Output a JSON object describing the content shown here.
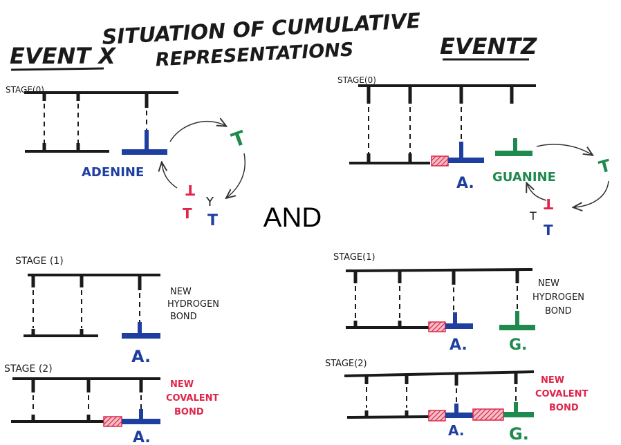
{
  "title_line1": "SITUATION OF CUMULATIVE",
  "title_line2": "REPRESENTATIONS",
  "event_x": "EVENT X",
  "event_z": "EVENTZ",
  "center_label": "AND",
  "stage0": "STAGE(0)",
  "stage1": "STAGE (1)",
  "stage2": "STAGE (2)",
  "stage1_right": "STAGE(1)",
  "stage2_right": "STAGE(2)",
  "adenine": "ADENINE",
  "guanine": "GUANINE",
  "a_short": "A.",
  "g_short": "G.",
  "t": "T",
  "y": "Y",
  "new_h_1": "NEW",
  "new_h_2": "HYDROGEN",
  "new_h_3": "BOND",
  "new_c_1": "NEW",
  "new_c_2": "COVALENT",
  "new_c_3": "BOND",
  "colors": {
    "ink": "#1a1a1a",
    "blue": "#1f3fa0",
    "green": "#1e8a4e",
    "red": "#e0254a"
  }
}
